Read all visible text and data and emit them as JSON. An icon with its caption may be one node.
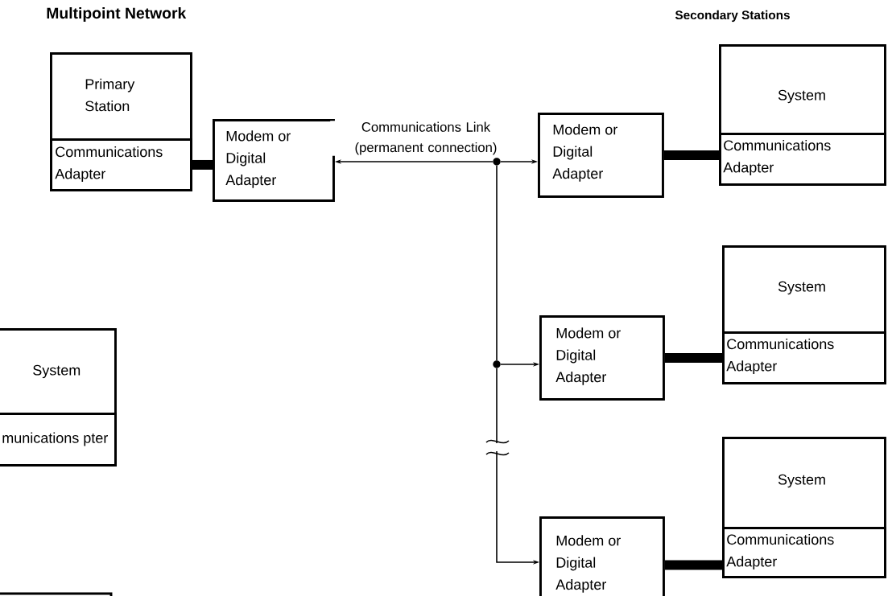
{
  "diagram": {
    "title": "Multipoint Network",
    "nodes": [
      {
        "text": [
          "Primary Station"
        ]
      },
      {
        "text": [
          "Communications Adapter"
        ],
        "in": 0
      },
      {
        "text": [
          "Modem or Digital Adapter"
        ]
      },
      {
        "text": [],
        "shape": "circle"
      },
      {
        "text": [
          "Modem or Digital Adapter"
        ]
      },
      {
        "text": [
          "System"
        ]
      },
      {
        "text": [
          "Communications Adapter"
        ],
        "in": 5
      },
      {
        "text": [],
        "shape": "circle"
      },
      {
        "text": [
          "Modem or Digital Adapter"
        ]
      },
      {
        "text": [
          "System"
        ]
      },
      {
        "text": [
          "Communications Adapter"
        ],
        "in": 9
      },
      {
        "text": [
          "Modem or Digital Adapter"
        ]
      },
      {
        "text": [
          "System"
        ]
      },
      {
        "text": [
          "Communications Adapter"
        ],
        "in": 12
      },
      {
        "text": [
          "System"
        ]
      },
      {
        "text": [
          "munications pter"
        ],
        "in": 14
      }
    ],
    "edges": [
      {
        "from": 1,
        "to": 2,
        "arrow": "none",
        "style": "thick"
      },
      {
        "from": 3,
        "to": 2,
        "arrow": "to",
        "label": "Communications Link (permanent connection)"
      },
      {
        "from": 3,
        "to": 4,
        "arrow": "to"
      },
      {
        "from": 3,
        "to": 7,
        "arrow": "none"
      },
      {
        "from": 7,
        "to": 8,
        "arrow": "to"
      },
      {
        "from": 7,
        "to": 11,
        "arrow": "to"
      },
      {
        "from": 4,
        "to": 6,
        "arrow": "none",
        "style": "thick"
      },
      {
        "from": 8,
        "to": 10,
        "arrow": "none",
        "style": "thick"
      },
      {
        "from": 11,
        "to": 13,
        "arrow": "none",
        "style": "thick"
      }
    ],
    "labels": [
      "Secondary Stations"
    ]
  }
}
